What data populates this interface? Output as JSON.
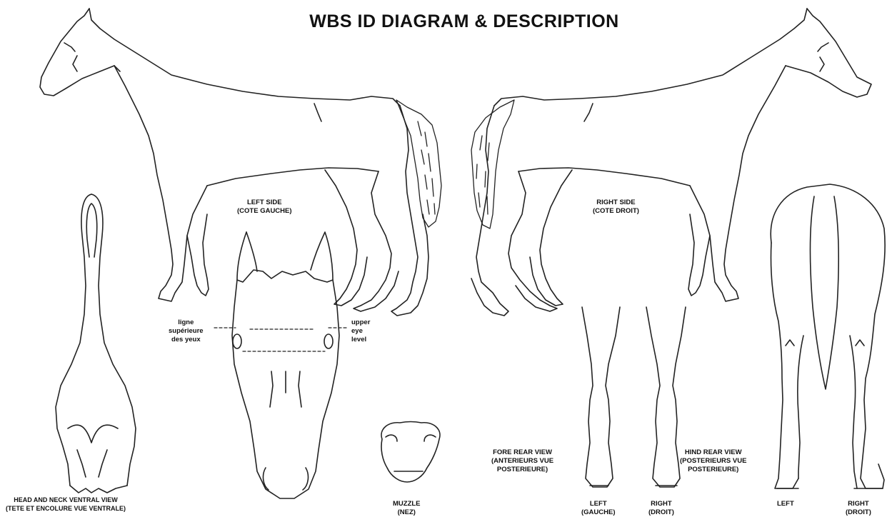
{
  "title": "WBS ID DIAGRAM & DESCRIPTION",
  "labels": {
    "left_side": [
      "LEFT SIDE",
      "(COTE GAUCHE)"
    ],
    "right_side": [
      "RIGHT SIDE",
      "(COTE DROIT)"
    ],
    "ligne": [
      "ligne",
      "supérieure",
      "des yeux"
    ],
    "upper_eye": [
      "upper",
      "eye",
      "level"
    ],
    "head_neck": [
      "HEAD AND NECK VENTRAL VIEW",
      "(TETE ET ENCOLURE VUE VENTRALE)"
    ],
    "muzzle": [
      "MUZZLE",
      "(NEZ)"
    ],
    "fore_rear": [
      "FORE REAR VIEW",
      "(ANTERIEURS VUE",
      "POSTERIEURE)"
    ],
    "hind_rear": [
      "HIND REAR VIEW",
      "(POSTERIEURS VUE",
      "POSTERIEURE)"
    ],
    "fore_left": [
      "LEFT",
      "(GAUCHE)"
    ],
    "fore_right": [
      "RIGHT",
      "(DROIT)"
    ],
    "hind_left": [
      "LEFT"
    ],
    "hind_right": [
      "RIGHT",
      "(DROIT)"
    ]
  },
  "colors": {
    "line": "#222222",
    "background": "#ffffff"
  }
}
